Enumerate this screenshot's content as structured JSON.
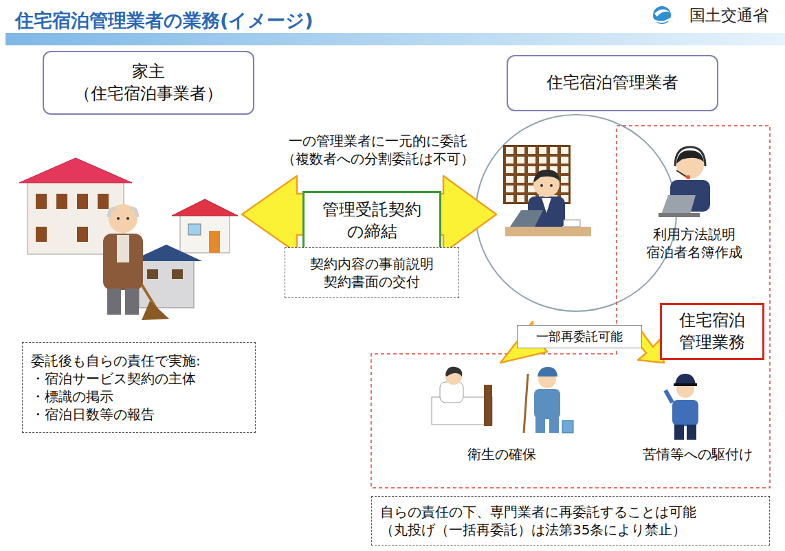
{
  "diagram": {
    "title": "住宅宿泊管理業者の業務(イメージ)",
    "nodes": [
      {
        "text": [
          "家主 （住宅宿泊事業者）"
        ]
      },
      {
        "text": [
          "住宅宿泊管理業者"
        ]
      },
      {
        "text": [
          "管理受託契約 の締結"
        ]
      },
      {
        "text": [
          "契約内容の事前説明 契約書面の交付"
        ]
      },
      {
        "text": [
          "委託後も自らの責任で実施:",
          "・宿泊サービス契約の主体",
          "・標識の掲示",
          "・宿泊日数等の報告"
        ]
      },
      {
        "text": [
          "一部再委託可能"
        ]
      },
      {
        "text": [
          "住宅宿泊 管理業務"
        ]
      },
      {
        "text": [
          "自らの責任の下、専門業者に再委託することは可能 （丸投げ（一括再委託）は法第35条により禁止）"
        ]
      }
    ],
    "labels": [
      "国土交通省",
      "一の管理業者に一元的に委託 （複数者への分割委託は不可）",
      "利用方法説明 宿泊者名簿作成",
      "衛生の確保",
      "苦情等への駆付け"
    ]
  }
}
